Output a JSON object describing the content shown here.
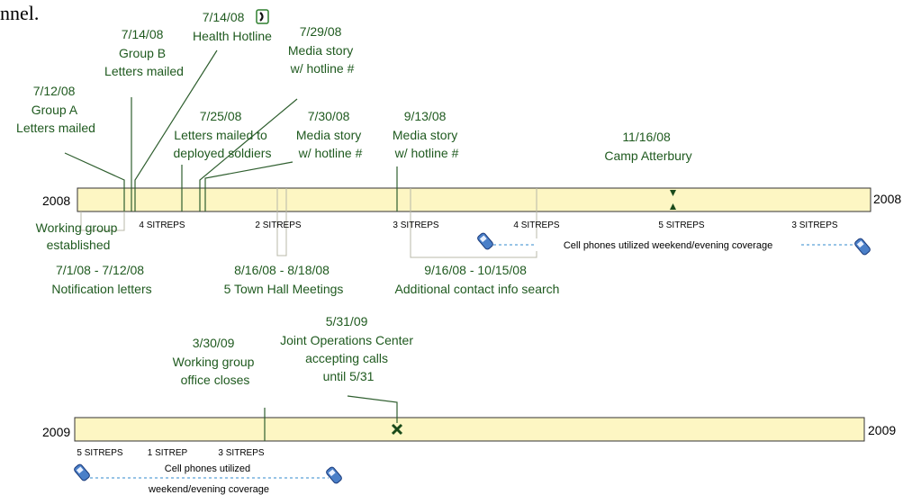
{
  "header_fragment": "nnel.",
  "timeline_2008": {
    "year_left": "2008",
    "year_right": "2008",
    "events_above": [
      {
        "lines": [
          "7/12/08",
          "Group A",
          "Letters mailed"
        ]
      },
      {
        "lines": [
          "7/14/08",
          "Group B",
          "Letters mailed"
        ]
      },
      {
        "lines": [
          "7/14/08",
          "Health Hotline"
        ]
      },
      {
        "lines": [
          "7/29/08",
          "Media story",
          "w/ hotline #"
        ]
      },
      {
        "lines": [
          "7/25/08",
          "Letters mailed to",
          "deployed soldiers"
        ]
      },
      {
        "lines": [
          "7/30/08",
          "Media story",
          "w/ hotline #"
        ]
      },
      {
        "lines": [
          "9/13/08",
          "Media story",
          "w/ hotline #"
        ]
      },
      {
        "lines": [
          "11/16/08",
          "Camp Atterbury"
        ]
      }
    ],
    "sitreps": [
      "4 SITREPS",
      "2 SITREPS",
      "3 SITREPS",
      "4 SITREPS",
      "5 SITREPS",
      "3 SITREPS"
    ],
    "events_below": [
      {
        "lines": [
          "Working group",
          "established"
        ]
      },
      {
        "lines": [
          "7/1/08 - 7/12/08",
          "Notification letters"
        ]
      },
      {
        "lines": [
          "8/16/08 - 8/18/08",
          "5 Town Hall Meetings"
        ]
      },
      {
        "lines": [
          "9/16/08 - 10/15/08",
          "Additional contact info search"
        ]
      }
    ],
    "cell_phones": "Cell phones utilized weekend/evening coverage"
  },
  "timeline_2009": {
    "year_left": "2009",
    "year_right": "2009",
    "events_above": [
      {
        "lines": [
          "3/30/09",
          "Working group",
          "office closes"
        ]
      },
      {
        "lines": [
          "5/31/09",
          "Joint Operations Center",
          "accepting calls",
          "until 5/31"
        ]
      }
    ],
    "sitreps": [
      "5 SITREPS",
      "1 SITREP",
      "3 SITREPS"
    ],
    "cell_phones_lines": [
      "Cell phones utilized",
      "weekend/evening coverage"
    ]
  },
  "colors": {
    "bar_fill": "#fdf6c3",
    "bar_stroke": "#333333",
    "label_green": "#1f5a1f",
    "connector": "#2f5f2f",
    "bracket": "#b8b8a8",
    "dashed": "#5aa0d8",
    "marker": "#1a4a1a"
  }
}
